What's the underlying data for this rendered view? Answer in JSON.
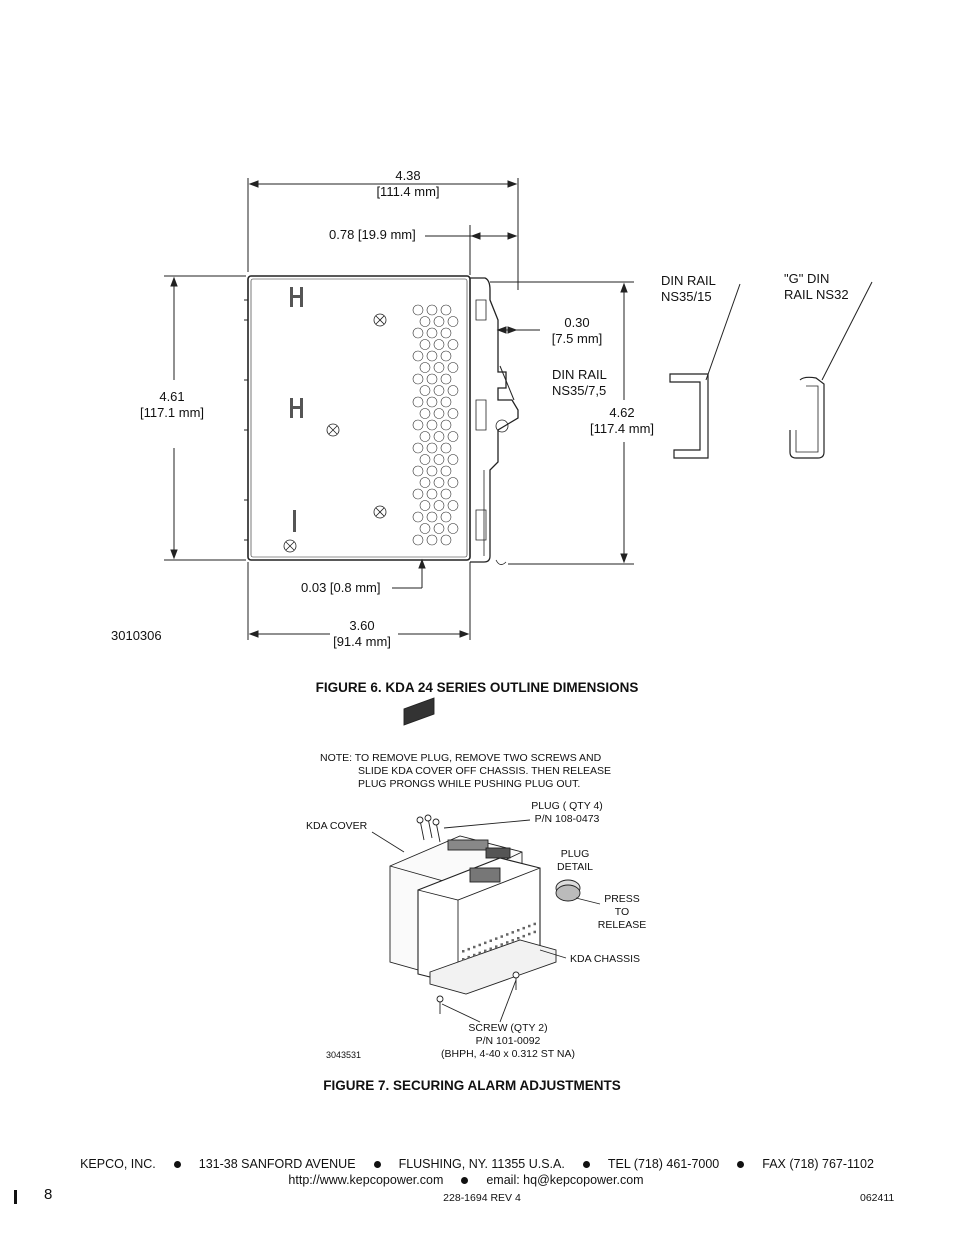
{
  "figure6": {
    "caption": "FIGURE 6.  KDA 24 SERIES OUTLINE DIMENSIONS",
    "drawing_number": "3010306",
    "dims": {
      "overall_width": [
        "4.38",
        "[111.4 mm]"
      ],
      "rail_offset": "0.78 [19.9 mm]",
      "height_left": [
        "4.61",
        "[117.1 mm]"
      ],
      "rail_depth": [
        "0.30",
        "[7.5 mm]"
      ],
      "height_right": [
        "4.62",
        "[117.4 mm]"
      ],
      "bottom_offset": "0.03 [0.8 mm]",
      "body_width": [
        "3.60",
        "[91.4 mm]"
      ]
    },
    "rails": {
      "ns35_7_5": [
        "DIN RAIL",
        "NS35/7,5"
      ],
      "ns35_15": [
        "DIN RAIL",
        "NS35/15"
      ],
      "ns32": [
        "\"G\" DIN",
        "RAIL NS32"
      ]
    }
  },
  "figure7": {
    "caption": "FIGURE 7.  SECURING ALARM ADJUSTMENTS",
    "drawing_number": "3043531",
    "note_lines": [
      "NOTE: TO REMOVE PLUG, REMOVE TWO SCREWS AND",
      "SLIDE KDA COVER OFF CHASSIS. THEN RELEASE",
      "PLUG PRONGS WHILE PUSHING PLUG OUT."
    ],
    "labels": {
      "plug": [
        "PLUG ( QTY 4)",
        "P/N 108-0473"
      ],
      "kda_cover": "KDA COVER",
      "plug_detail": [
        "PLUG",
        "DETAIL"
      ],
      "press": [
        "PRESS",
        "TO",
        "RELEASE"
      ],
      "kda_chassis": "KDA CHASSIS",
      "screw": [
        "SCREW (QTY 2)",
        "P/N 101-0092",
        "(BHPH, 4-40 x 0.312 ST NA)"
      ]
    }
  },
  "footer": {
    "company": "KEPCO, INC.",
    "address": "131-38 SANFORD AVENUE",
    "city": "FLUSHING, NY. 11355 U.S.A.",
    "tel": "TEL (718) 461-7000",
    "fax": "FAX (718) 767-1102",
    "web": "http://www.kepcopower.com",
    "email": "email: hq@kepcopower.com",
    "page_number": "8",
    "doc_rev": "228-1694 REV 4",
    "date_code": "062411"
  }
}
